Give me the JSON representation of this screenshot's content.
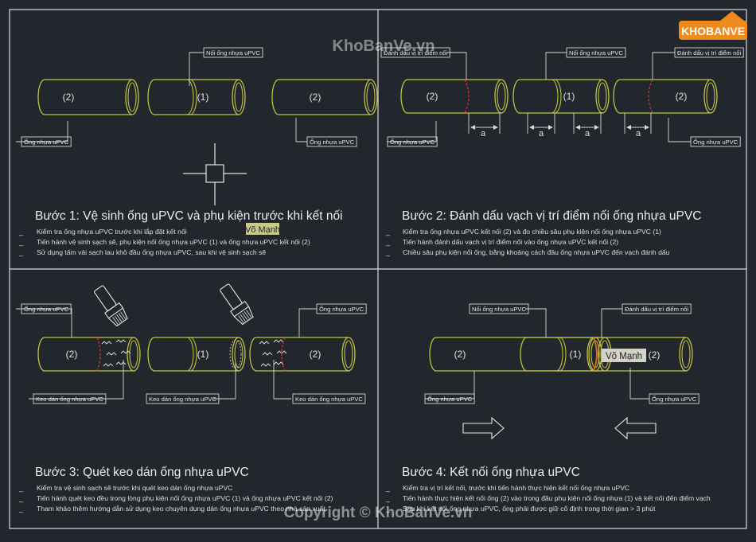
{
  "watermark": {
    "top": "KhoBanVe.vn",
    "bottom": "Copyright © KhoBanVe.vn",
    "logo": "KHOBANVE",
    "author_tag": "Võ Mạnh"
  },
  "colors": {
    "background": "#22262d",
    "border": "#d8dbe2",
    "pipe": "#bfc33e",
    "callout": "#d6d6d6",
    "mark": "#d9302a",
    "heading": "#ececec",
    "body": "#dedede",
    "logo_orange": "#f08a1c"
  },
  "labels": {
    "pipe": "Ống nhựa uPVC",
    "fitting": "Nối ống nhựa uPVC",
    "mark_point": "Đánh dấu vị trí điểm nối",
    "glue": "Keo dán ống nhựa uPVC",
    "n1": "(1)",
    "n2": "(2)",
    "dim_a": "a"
  },
  "steps": [
    {
      "title": "Bước 1: Vệ sinh ống uPVC và phụ kiện trước khi kết nối",
      "lines": [
        "Kiểm tra ống nhựa uPVC trước khi lắp đặt kết nối",
        "Tiến hành vệ sinh sạch sẽ, phụ kiện nối ống nhựa uPVC (1) và ống nhựa uPVC kết nối (2)",
        "Sử dụng tấm vải sạch lau khô đầu ống nhựa uPVC, sau khi vệ sinh sạch sẽ"
      ]
    },
    {
      "title": "Bước 2: Đánh dấu vạch vị trí điểm nối ống nhựa uPVC",
      "lines": [
        "Kiểm tra ống nhựa uPVC kết nối (2) và đo chiều sâu phụ kiện nối ống nhựa uPVC (1)",
        "Tiến hành đánh dấu vạch vị trí điểm nối vào ống nhựa uPVC kết nối (2)",
        "Chiều sâu phụ kiện nối ống, bằng khoảng cách đầu ống nhựa uPVC đến vạch đánh dấu"
      ]
    },
    {
      "title": "Bước 3: Quét keo dán ống nhựa uPVC",
      "lines": [
        "Kiểm tra vệ sinh sạch sẽ trước khi quét keo dán ống nhựa uPVC",
        "Tiến hành quét keo đều trong lòng phụ kiện nối ống nhựa uPVC (1) và ống nhựa uPVC kết nối (2)",
        "Tham khảo thêm hướng dẫn sử dụng keo chuyên dụng dán ống nhựa uPVC theo nhà sản xuất"
      ]
    },
    {
      "title": "Bước 4: Kết nối ống nhựa uPVC",
      "lines": [
        "Kiểm tra vị trí kết nối, trước khi tiến hành thực hiện kết nối ống nhựa uPVC",
        "Tiến hành thực hiện kết nối ống (2) vào trong đầu phụ kiện nối ống nhựa (1) và kết nối đến điểm vạch",
        "Sau khi kết nối ống nhựa uPVC, ống phải được giữ cố định trong thời gian > 3 phút"
      ]
    }
  ]
}
